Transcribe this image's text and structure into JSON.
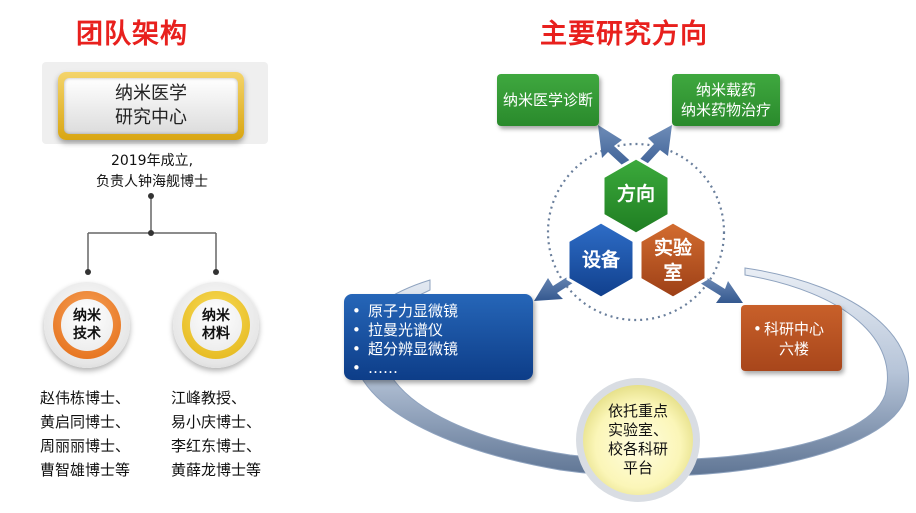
{
  "left": {
    "title": "团队架构",
    "center_box": [
      "纳米医学",
      "研究中心"
    ],
    "founded": "2019年成立,",
    "leader": "负责人钟海舰博士",
    "groups": [
      {
        "name": [
          "纳米",
          "技术"
        ],
        "members": [
          "赵伟栋博士、",
          "黄启同博士、",
          "周丽丽博士、",
          "曹智雄博士等"
        ]
      },
      {
        "name": [
          "纳米",
          "材料"
        ],
        "members": [
          "江峰教授、",
          "易小庆博士、",
          "李红东博士、",
          "黄薛龙博士等"
        ]
      }
    ]
  },
  "right": {
    "title": "主要研究方向",
    "box_diagnosis": "纳米医学诊断",
    "box_drug": [
      "纳米载药",
      "纳米药物治疗"
    ],
    "hex_direction": "方向",
    "hex_equipment": "设备",
    "hex_lab": [
      "实验",
      "室"
    ],
    "equipment_list": [
      "原子力显微镜",
      "拉曼光谱仪",
      "超分辨显微镜",
      "……"
    ],
    "lab_location": [
      "科研中心",
      "六楼"
    ],
    "platform": [
      "依托重点",
      "实验室、",
      "校各科研",
      "平台"
    ]
  },
  "colors": {
    "title_red": "#e8201d",
    "green": "#2f9a30",
    "blue": "#1a52a3",
    "orange": "#b9521f",
    "gold": "#e8b81a",
    "orange_ring": "#e8731a"
  }
}
